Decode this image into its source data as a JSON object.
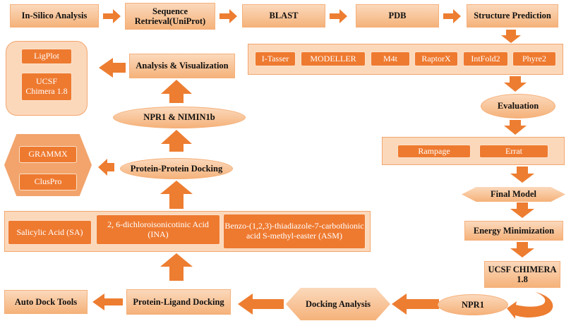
{
  "nodes": {
    "in_silico": "In-Silico Analysis",
    "sequence": "Sequence Retrieval(UniProt)",
    "blast": "BLAST",
    "pdb": "PDB",
    "structure_prediction": "Structure Prediction",
    "evaluation": "Evaluation",
    "final_model": "Final Model",
    "energy_min": "Energy Minimization",
    "ucsf_chimera": "UCSF CHIMERA 1.8",
    "npr1": "NPR1",
    "docking_analysis": "Docking Analysis",
    "protein_ligand": "Protein-Ligand Docking",
    "auto_dock": "Auto Dock Tools",
    "protein_protein": "Protein-Protein Docking",
    "npr1_nimin": "NPR1 & NIMIN1b",
    "analysis_vis": "Analysis & Visualization"
  },
  "tools": [
    "I-Tasser",
    "MODELLER",
    "M4t",
    "RaptorX",
    "IntFold2",
    "Phyre2"
  ],
  "evaluation_tools": [
    "Rampage",
    "Errat"
  ],
  "ligands": [
    "Salicylic Acid (SA)",
    "2, 6-dichloroisonicotinic Acid (INA)",
    "Benzo-(1,2,3)-thiadiazole-7-carbothionic acid S-methyl-easter (ASM)"
  ],
  "pp_tools": [
    "GRAMMX",
    "ClusPro"
  ],
  "vis_tools": [
    "LigPlot",
    "UCSF Chimera 1.8"
  ],
  "colors": {
    "arrow": "#ed7d31",
    "box_fill": "#f5b27a",
    "tool_fill": "#ee7a30"
  }
}
